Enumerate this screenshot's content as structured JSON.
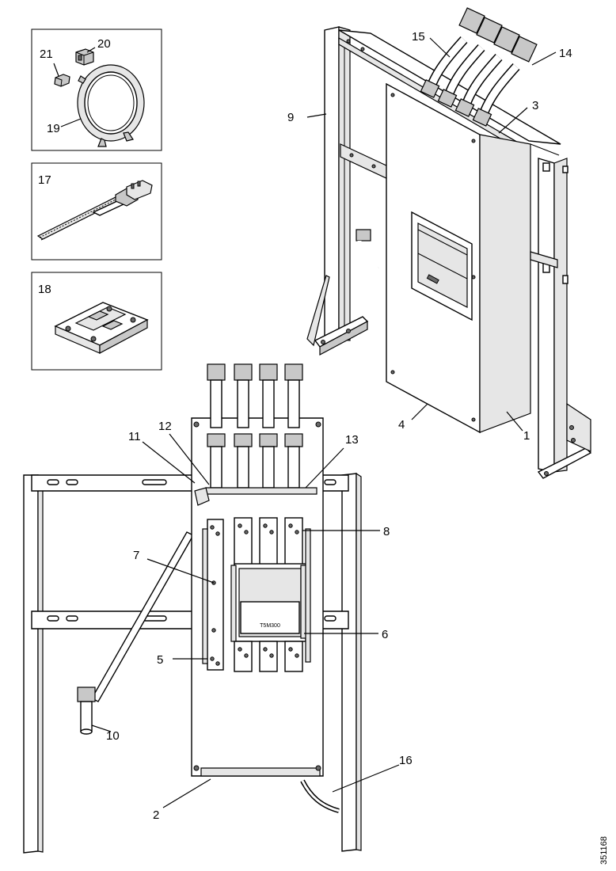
{
  "callouts": {
    "c1": "1",
    "c2": "2",
    "c3": "3",
    "c4": "4",
    "c5": "5",
    "c6": "6",
    "c7": "7",
    "c8": "8",
    "c9": "9",
    "c10": "10",
    "c11": "11",
    "c12": "12",
    "c13": "13",
    "c14": "14",
    "c15": "15",
    "c16": "16",
    "c17": "17",
    "c18": "18",
    "c19": "19",
    "c20": "20",
    "c21": "21"
  },
  "breaker_label": "T5M300",
  "drawing_number": "351168"
}
